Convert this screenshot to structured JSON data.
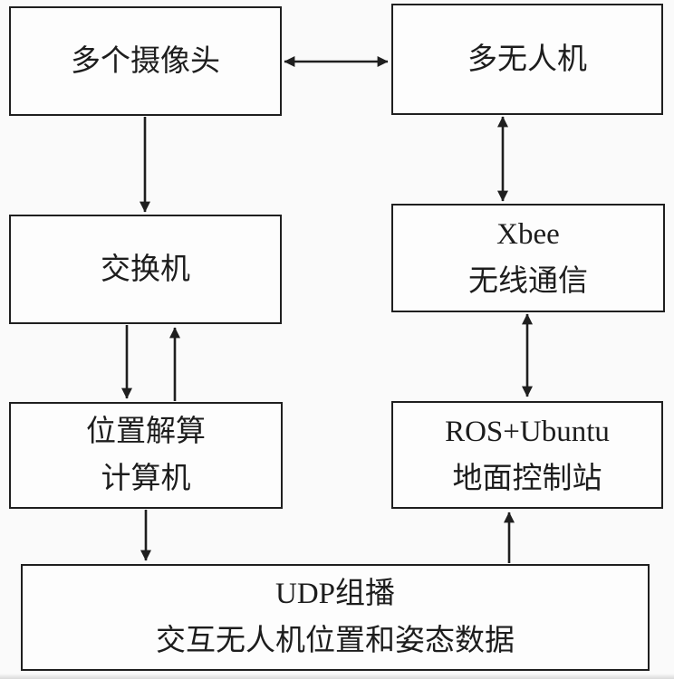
{
  "diagram": {
    "title": "multi-uav-vision-positioning-system-architecture",
    "nodes": {
      "cameras": {
        "lines": [
          "多个摄像头"
        ]
      },
      "drones": {
        "lines": [
          "多无人机"
        ]
      },
      "switch": {
        "lines": [
          "交换机"
        ]
      },
      "xbee": {
        "lines": [
          "Xbee",
          "无线通信"
        ]
      },
      "position_computer": {
        "lines": [
          "位置解算",
          "计算机"
        ]
      },
      "ground_station": {
        "lines": [
          "ROS+Ubuntu",
          "地面控制站"
        ]
      },
      "udp": {
        "lines": [
          "UDP组播",
          "交互无人机位置和姿态数据"
        ]
      }
    },
    "connections": [
      {
        "from": "多个摄像头",
        "to": "多无人机",
        "type": "bidirectional"
      },
      {
        "from": "多个摄像头",
        "to": "交换机",
        "type": "one-way"
      },
      {
        "from": "多无人机",
        "to": "Xbee 无线通信",
        "type": "bidirectional"
      },
      {
        "from": "交换机",
        "to": "位置解算计算机",
        "type": "one-way"
      },
      {
        "from": "位置解算计算机",
        "to": "交换机",
        "type": "one-way"
      },
      {
        "from": "Xbee 无线通信",
        "to": "ROS+Ubuntu 地面控制站",
        "type": "bidirectional"
      },
      {
        "from": "位置解算计算机",
        "to": "UDP组播",
        "type": "one-way"
      },
      {
        "from": "UDP组播",
        "to": "ROS+Ubuntu 地面控制站",
        "type": "one-way"
      }
    ],
    "colors": {
      "line": "#1f1f1f",
      "box_background": "#fdfdfd",
      "page_background": "#fafafa",
      "text": "#1d1d1d"
    }
  }
}
